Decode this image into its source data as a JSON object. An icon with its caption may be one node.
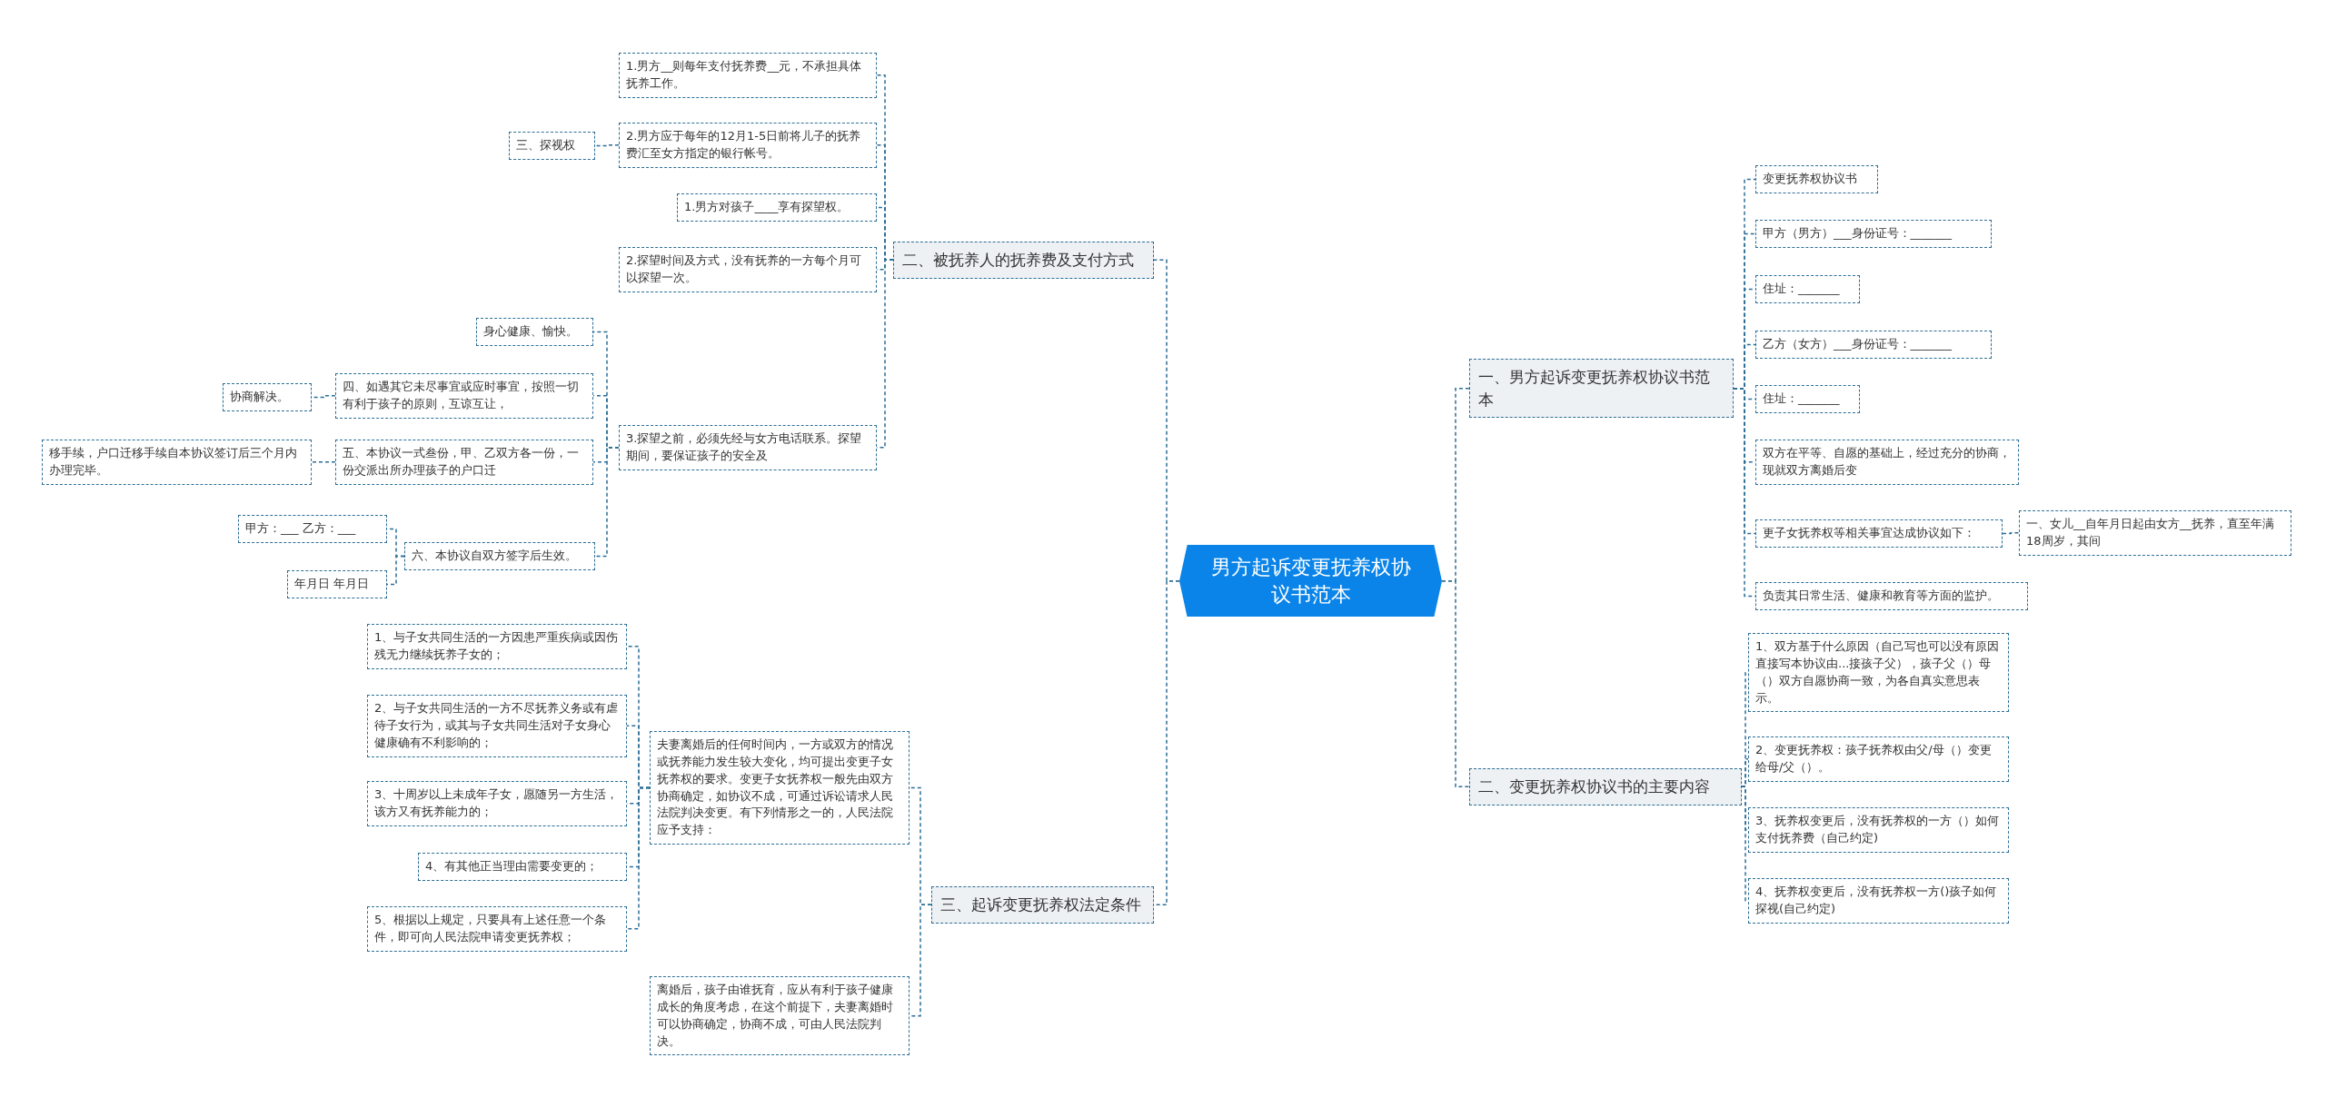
{
  "diagram": {
    "nodes": [
      {
        "text": [
          "男方起诉变更抚养权协议书范本"
        ]
      },
      {
        "text": [
          "二、被抚养人的抚养费及支付方式"
        ]
      },
      {
        "text": [
          "1.男方__则每年支付抚养费__元，不承担具体抚养工作。"
        ]
      },
      {
        "text": [
          "2.男方应于每年的12月1-5日前将儿子的抚养费汇至女方指定的银行帐号。"
        ]
      },
      {
        "text": [
          "1.男方对孩子____享有探望权。"
        ]
      },
      {
        "text": [
          "2.探望时间及方式，没有抚养的一方每个月可以探望一次。"
        ]
      },
      {
        "text": [
          "3.探望之前，必须先经与女方电话联系。探望期间，要保证孩子的安全及"
        ]
      },
      {
        "text": [
          "三、探视权"
        ]
      },
      {
        "text": [
          "身心健康、愉快。"
        ]
      },
      {
        "text": [
          "四、如遇其它未尽事宜或应时事宜，按照一切有利于孩子的原则，互谅互让，"
        ]
      },
      {
        "text": [
          "协商解决。"
        ]
      },
      {
        "text": [
          "五、本协议一式叁份，甲、乙双方各一份，一份交派出所办理孩子的户口迁"
        ]
      },
      {
        "text": [
          "移手续，户口迁移手续自本协议签订后三个月内办理完毕。"
        ]
      },
      {
        "text": [
          "六、本协议自双方签字后生效。"
        ]
      },
      {
        "text": [
          "甲方：___ 乙方：___"
        ]
      },
      {
        "text": [
          "年月日 年月日"
        ]
      },
      {
        "text": [
          "三、起诉变更抚养权法定条件"
        ]
      },
      {
        "text": [
          "夫妻离婚后的任何时间内，一方或双方的情况或抚养能力发生较大变化，均可提出变更子女抚养权的要求。变更子女抚养权一般先由双方协商确定，如协议不成，可通过诉讼请求人民法院判决变更。有下列情形之一的，人民法院应予支持："
        ]
      },
      {
        "text": [
          "1、与子女共同生活的一方因患严重疾病或因伤残无力继续抚养子女的；"
        ]
      },
      {
        "text": [
          "2、与子女共同生活的一方不尽抚养义务或有虐待子女行为，或其与子女共同生活对子女身心健康确有不利影响的；"
        ]
      },
      {
        "text": [
          "3、十周岁以上未成年子女，愿随另一方生活，该方又有抚养能力的；"
        ]
      },
      {
        "text": [
          "4、有其他正当理由需要变更的；"
        ]
      },
      {
        "text": [
          "5、根据以上规定，只要具有上述任意一个条件，即可向人民法院申请变更抚养权；"
        ]
      },
      {
        "text": [
          "离婚后，孩子由谁抚育，应从有利于孩子健康成长的角度考虑，在这个前提下，夫妻离婚时可以协商确定，协商不成，可由人民法院判决。"
        ]
      },
      {
        "text": [
          "一、男方起诉变更抚养权协议书范本"
        ]
      },
      {
        "text": [
          "变更抚养权协议书"
        ]
      },
      {
        "text": [
          "甲方（男方）___身份证号：_______"
        ]
      },
      {
        "text": [
          "住址：_______"
        ]
      },
      {
        "text": [
          "乙方（女方）___身份证号：_______"
        ]
      },
      {
        "text": [
          "住址：_______"
        ]
      },
      {
        "text": [
          "双方在平等、自愿的基础上，经过充分的协商，现就双方离婚后变"
        ]
      },
      {
        "text": [
          "更子女抚养权等相关事宜达成协议如下："
        ]
      },
      {
        "text": [
          "一、女儿__自年月日起由女方__抚养，直至年满18周岁，其间"
        ]
      },
      {
        "text": [
          "负责其日常生活、健康和教育等方面的监护。"
        ]
      },
      {
        "text": [
          "二、变更抚养权协议书的主要内容"
        ]
      },
      {
        "text": [
          "1、双方基于什么原因（自己写也可以没有原因直接写本协议由...接孩子父），孩子父（）母（）双方自愿协商一致，为各自真实意思表示。"
        ]
      },
      {
        "text": [
          "2、变更抚养权：孩子抚养权由父/母（）变更给母/父（）。"
        ]
      },
      {
        "text": [
          "3、抚养权变更后，没有抚养权的一方（）如何支付抚养费（自己约定)"
        ]
      },
      {
        "text": [
          "4、抚养权变更后，没有抚养权一方()孩子如何探视(自己约定)"
        ]
      }
    ],
    "edges": [
      {
        "from": 0,
        "to": 1,
        "arrow": "none"
      },
      {
        "from": 1,
        "to": 2,
        "arrow": "none"
      },
      {
        "from": 1,
        "to": 3,
        "arrow": "none"
      },
      {
        "from": 1,
        "to": 4,
        "arrow": "none"
      },
      {
        "from": 1,
        "to": 5,
        "arrow": "none"
      },
      {
        "from": 1,
        "to": 6,
        "arrow": "none"
      },
      {
        "from": 3,
        "to": 7,
        "arrow": "none"
      },
      {
        "from": 6,
        "to": 8,
        "arrow": "none"
      },
      {
        "from": 6,
        "to": 9,
        "arrow": "none"
      },
      {
        "from": 9,
        "to": 10,
        "arrow": "none"
      },
      {
        "from": 6,
        "to": 11,
        "arrow": "none"
      },
      {
        "from": 11,
        "to": 12,
        "arrow": "none"
      },
      {
        "from": 6,
        "to": 13,
        "arrow": "none"
      },
      {
        "from": 13,
        "to": 14,
        "arrow": "none"
      },
      {
        "from": 13,
        "to": 15,
        "arrow": "none"
      },
      {
        "from": 0,
        "to": 16,
        "arrow": "none"
      },
      {
        "from": 16,
        "to": 17,
        "arrow": "none"
      },
      {
        "from": 17,
        "to": 18,
        "arrow": "none"
      },
      {
        "from": 17,
        "to": 19,
        "arrow": "none"
      },
      {
        "from": 17,
        "to": 20,
        "arrow": "none"
      },
      {
        "from": 17,
        "to": 21,
        "arrow": "none"
      },
      {
        "from": 17,
        "to": 22,
        "arrow": "none"
      },
      {
        "from": 16,
        "to": 23,
        "arrow": "none"
      },
      {
        "from": 0,
        "to": 24,
        "arrow": "none"
      },
      {
        "from": 24,
        "to": 25,
        "arrow": "none"
      },
      {
        "from": 24,
        "to": 26,
        "arrow": "none"
      },
      {
        "from": 24,
        "to": 27,
        "arrow": "none"
      },
      {
        "from": 24,
        "to": 28,
        "arrow": "none"
      },
      {
        "from": 24,
        "to": 29,
        "arrow": "none"
      },
      {
        "from": 24,
        "to": 30,
        "arrow": "none"
      },
      {
        "from": 24,
        "to": 31,
        "arrow": "none"
      },
      {
        "from": 31,
        "to": 32,
        "arrow": "none"
      },
      {
        "from": 24,
        "to": 33,
        "arrow": "none"
      },
      {
        "from": 0,
        "to": 34,
        "arrow": "none"
      },
      {
        "from": 34,
        "to": 35,
        "arrow": "none"
      },
      {
        "from": 34,
        "to": 36,
        "arrow": "none"
      },
      {
        "from": 34,
        "to": 37,
        "arrow": "none"
      },
      {
        "from": 34,
        "to": 38,
        "arrow": "none"
      }
    ]
  }
}
